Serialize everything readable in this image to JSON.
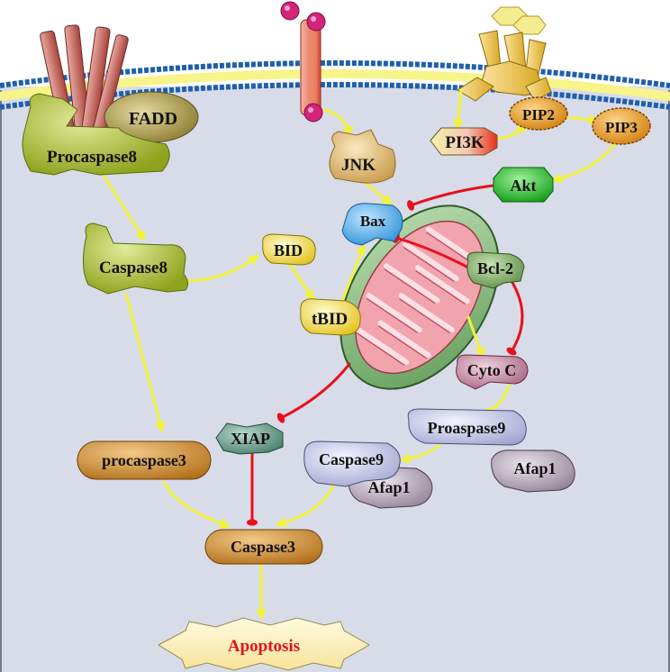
{
  "colors": {
    "cell": "#d8dce8",
    "membrane_head": "#1f5fae",
    "membrane_core": "#f7f58a",
    "activation_arrow": "#f2f23a",
    "inhibition": "#e8101a",
    "apoptosis_text": "#e8101a"
  },
  "labels": {
    "fadd": "FADD",
    "procaspase8": "Procaspase8",
    "caspase8": "Caspase8",
    "bid": "BID",
    "tbid": "tBID",
    "jnk": "JNK",
    "bax": "Bax",
    "pi3k": "PI3K",
    "pip2": "PIP2",
    "pip3": "PIP3",
    "akt": "Akt",
    "bcl2": "Bcl-2",
    "cyto_c": "Cyto C",
    "proaspase9": "Proaspase9",
    "afap1_free": "Afap1",
    "caspase9": "Caspase9",
    "afap1_bound": "Afap1",
    "xiap": "XIAP",
    "procaspase3": "procaspase3",
    "caspase3": "Caspase3",
    "apoptosis": "Apoptosis"
  },
  "icons": [
    "death-receptor-icon",
    "receptor-channel-icon",
    "rtk-receptor-icon",
    "mitochondrion-icon"
  ]
}
